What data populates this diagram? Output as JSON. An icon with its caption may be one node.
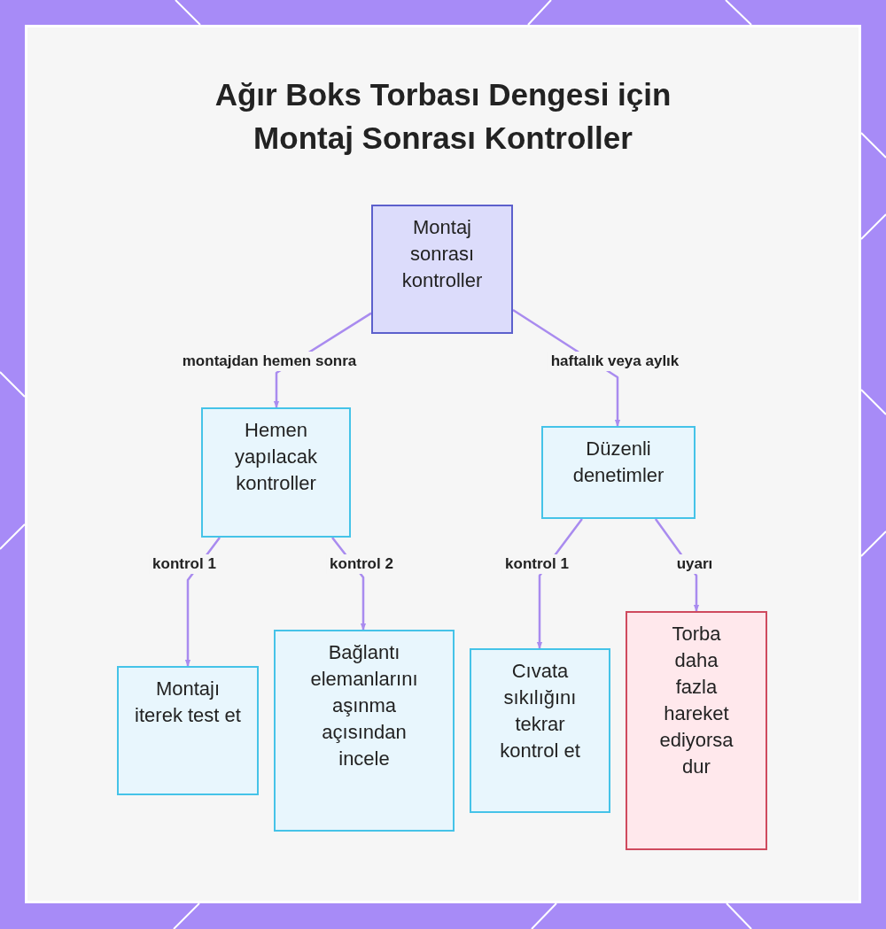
{
  "diagram": {
    "title": "Ağır Boks Torbası Dengesi için Montaj Sonrası Kontroller",
    "nodes": [
      {
        "text": [
          "Montaj sonrası kontroller"
        ]
      },
      {
        "text": [
          "Hemen yapılacak kontroller"
        ]
      },
      {
        "text": [
          "Düzenli denetimler"
        ]
      },
      {
        "text": [
          "Montajı iterek test et"
        ]
      },
      {
        "text": [
          "Bağlantı elemanlarını aşınma açısından incele"
        ]
      },
      {
        "text": [
          "Cıvata sıkılığını tekrar kontrol et"
        ]
      },
      {
        "text": [
          "Torba daha fazla hareket ediyorsa dur"
        ]
      }
    ],
    "edges": [
      {
        "from": 0,
        "to": 1,
        "arrow": "to",
        "label": "montajdan hemen sonra"
      },
      {
        "from": 0,
        "to": 2,
        "arrow": "to",
        "label": "haftalık veya aylık"
      },
      {
        "from": 1,
        "to": 3,
        "arrow": "to",
        "label": "kontrol 1"
      },
      {
        "from": 1,
        "to": 4,
        "arrow": "to",
        "label": "kontrol 2"
      },
      {
        "from": 2,
        "to": 5,
        "arrow": "to",
        "label": "kontrol 1"
      },
      {
        "from": 2,
        "to": 6,
        "arrow": "to",
        "label": "uyarı"
      }
    ]
  }
}
